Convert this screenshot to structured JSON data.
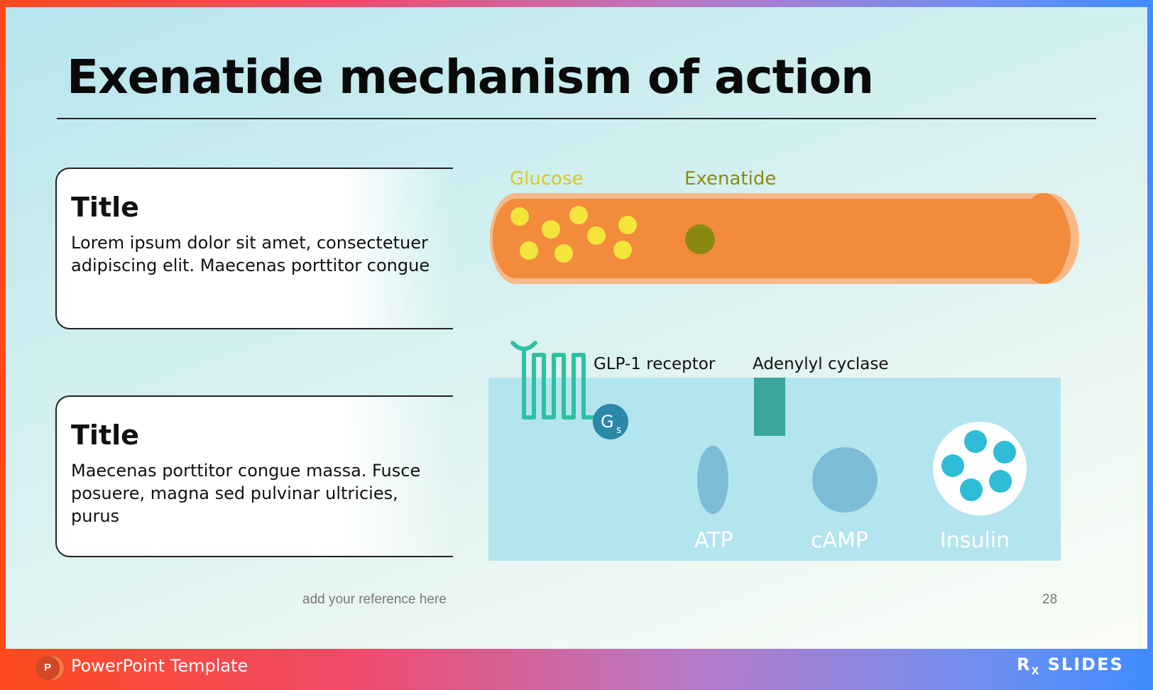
{
  "slide": {
    "title": "Exenatide mechanism of action",
    "cards": [
      {
        "title": "Title",
        "body": "Lorem ipsum dolor sit amet, consectetuer adipiscing elit. Maecenas porttitor congue",
        "dot_color": "#f0893a"
      },
      {
        "title": "Title",
        "body": "Maecenas porttitor congue massa. Fusce posuere, magna sed pulvinar ultricies, purus",
        "dot_color": "#3cbcd6"
      }
    ],
    "diagram": {
      "vessel_labels": {
        "glucose": "Glucose",
        "exenatide": "Exenatide"
      },
      "cell_labels": {
        "receptor": "GLP-1 receptor",
        "enzyme": "Adenylyl cyclase",
        "g_protein": "G",
        "g_protein_sub": "s",
        "atp": "ATP",
        "camp": "cAMP",
        "insulin": "Insulin"
      },
      "colors": {
        "vessel": "#f28b3b",
        "vessel_edge": "#f7b98a",
        "glucose": "#f4e53c",
        "exenatide": "#8b8a10",
        "cell": "#b3e5ef",
        "receptor": "#2fc0a2",
        "g_protein": "#2a88a8",
        "enzyme": "#3aa59b",
        "molecule": "#7cbcd6",
        "granule": "#2fbcd6"
      }
    },
    "reference": "add your reference here",
    "page_number": "28"
  },
  "footer": {
    "template_label": "PowerPoint Template",
    "ppt_icon_letter": "P",
    "brand": "R",
    "brand_sub": "X",
    "brand_rest": "SLIDES"
  }
}
